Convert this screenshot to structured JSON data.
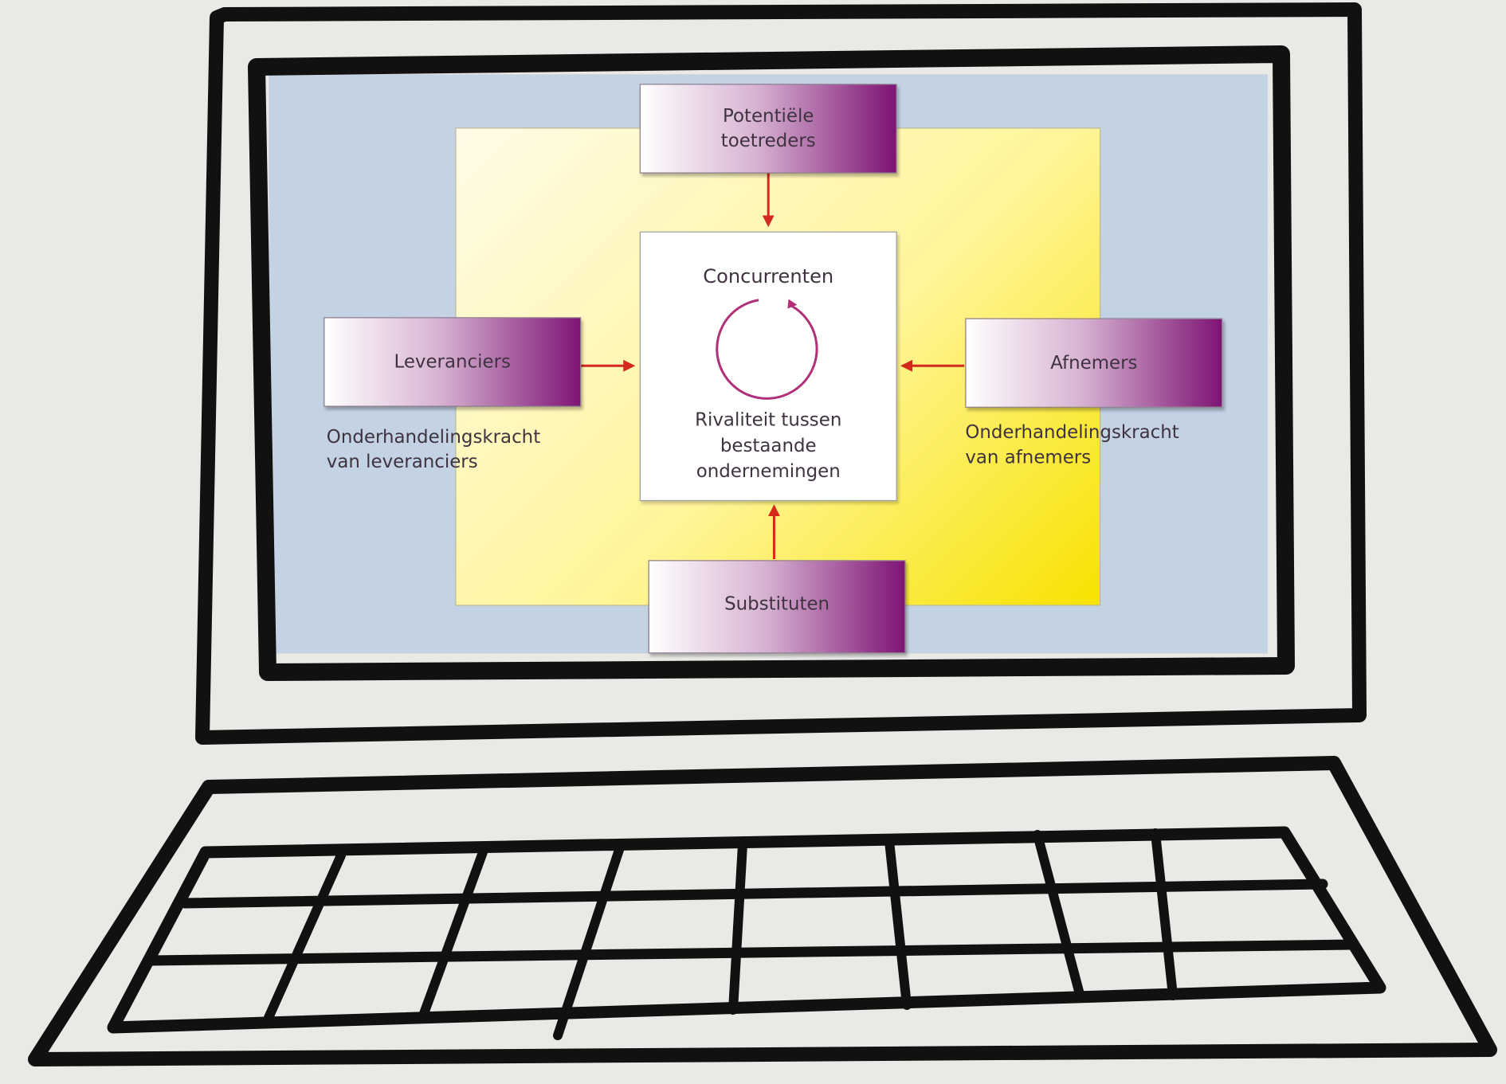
{
  "diagram": {
    "center": {
      "title": "Concurrenten",
      "subtitle": "Rivaliteit tussen\nbestaande\nondernemingen"
    },
    "forces": {
      "potentiele_toetreders": "Potentiële\ntoetreders",
      "leveranciers": "Leveranciers",
      "afnemers": "Afnemers",
      "substituten": "Substituten"
    },
    "captions": {
      "leveranciers": "Onderhandelingskracht\nvan leveranciers",
      "afnemers": "Onderhandelingskracht\nvan afnemers"
    }
  },
  "colors": {
    "force_box_accent": "#7e1474",
    "arrow": "#d42a1e",
    "panel_yellow": "#fff59a",
    "screen_blue": "#c3d3e3",
    "sketch_line": "#111111"
  }
}
